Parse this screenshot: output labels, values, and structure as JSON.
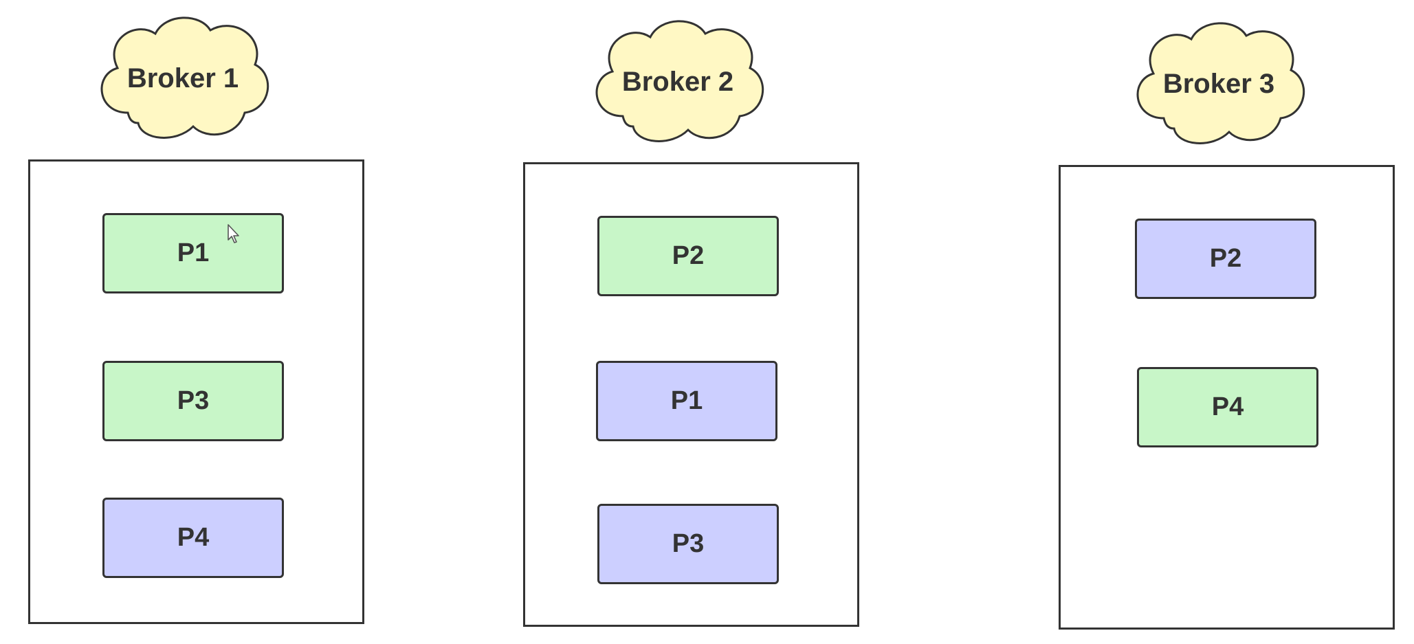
{
  "colors": {
    "cloud_fill": "#fff8c4",
    "leader_fill": "#c8f6c8",
    "follower_fill": "#cccfff",
    "stroke": "#333333"
  },
  "brokers": [
    {
      "label": "Broker 1",
      "partitions": [
        {
          "label": "P1",
          "role": "leader"
        },
        {
          "label": "P3",
          "role": "leader"
        },
        {
          "label": "P4",
          "role": "follower"
        }
      ]
    },
    {
      "label": "Broker 2",
      "partitions": [
        {
          "label": "P2",
          "role": "leader"
        },
        {
          "label": "P1",
          "role": "follower"
        },
        {
          "label": "P3",
          "role": "follower"
        }
      ]
    },
    {
      "label": "Broker 3",
      "partitions": [
        {
          "label": "P2",
          "role": "follower"
        },
        {
          "label": "P4",
          "role": "leader"
        }
      ]
    }
  ]
}
